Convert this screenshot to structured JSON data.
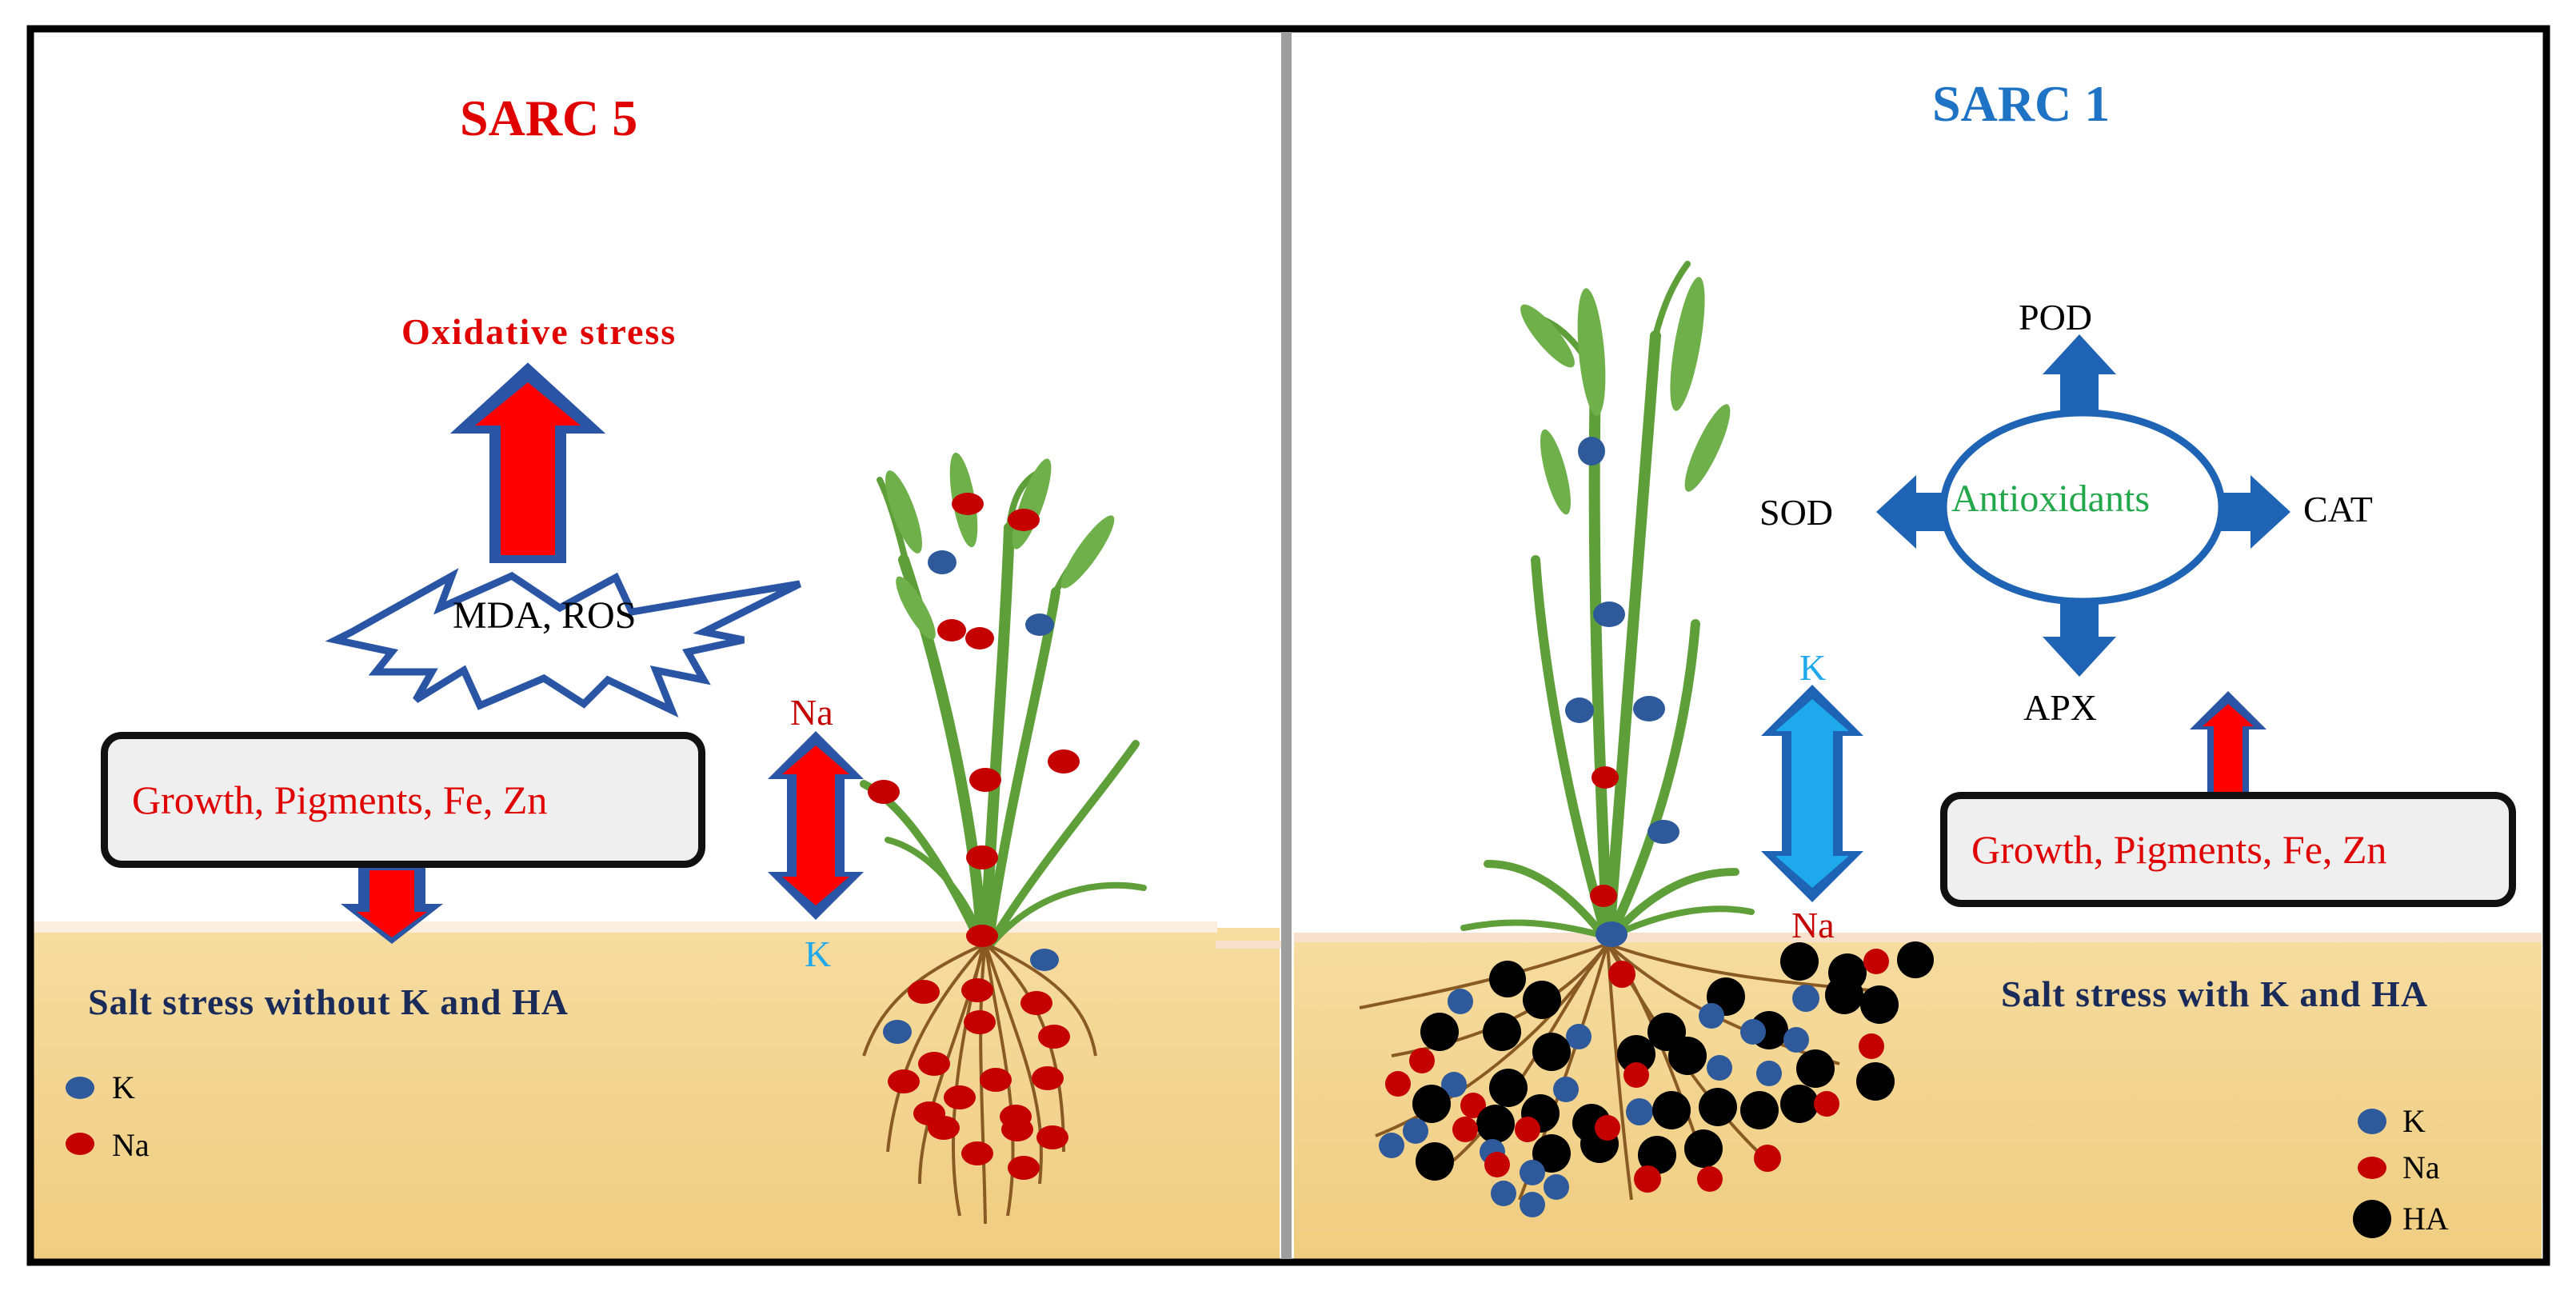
{
  "left_panel": {
    "title": "SARC 5",
    "oxidative_stress": "Oxidative stress",
    "burst_label": "MDA, ROS",
    "growth_box": "Growth, Pigments, Fe, Zn",
    "arrow_top_label": "Na",
    "arrow_bottom_label": "K",
    "soil_label": "Salt stress without K and HA",
    "legend": {
      "k": "K",
      "na": "Na"
    }
  },
  "right_panel": {
    "title": "SARC 1",
    "antioxidants": "Antioxidants",
    "enzymes": {
      "top": "POD",
      "left": "SOD",
      "right": "CAT",
      "bottom": "APX"
    },
    "growth_box": "Growth, Pigments, Fe, Zn",
    "arrow_top_label": "K",
    "arrow_bottom_label": "Na",
    "soil_label": "Salt stress with K and HA",
    "legend": {
      "k": "K",
      "na": "Na",
      "ha": "HA"
    }
  },
  "colors": {
    "red": "#e00000",
    "blue_title": "#1f73c4",
    "antioxidant_green": "#22a84a",
    "k_blue": "#2e5a9c",
    "na_red": "#c40000",
    "ha_black": "#000000",
    "soil": "#f0cf86",
    "arrow_blue": "#1e63b4",
    "arrow_light_blue": "#1fa8ec"
  }
}
